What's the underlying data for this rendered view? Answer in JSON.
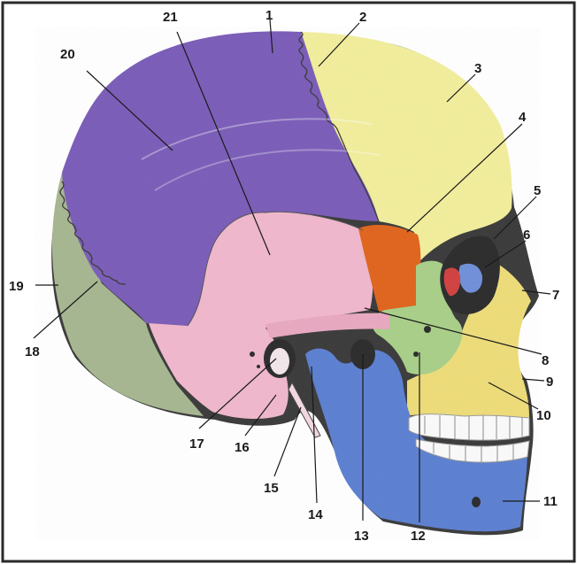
{
  "figure": {
    "subject": "Skull, lateral view",
    "frame_color": "#2a2a2a",
    "bone_colors": {
      "parietal": "#7a5cb8",
      "frontal": "#f2ee9c",
      "temporal": "#f0b7cc",
      "occipital": "#a6b690",
      "sphenoid": "#e0641c",
      "zygomatic": "#a8cf88",
      "maxilla": "#eedc78",
      "mandible": "#5b7fd1",
      "teeth": "#fafafa"
    },
    "labels": [
      {
        "id": "1",
        "text": "1"
      },
      {
        "id": "2",
        "text": "2"
      },
      {
        "id": "3",
        "text": "3"
      },
      {
        "id": "4",
        "text": "4"
      },
      {
        "id": "5",
        "text": "5"
      },
      {
        "id": "6",
        "text": "6"
      },
      {
        "id": "7",
        "text": "7"
      },
      {
        "id": "8",
        "text": "8"
      },
      {
        "id": "9",
        "text": "9"
      },
      {
        "id": "10",
        "text": "10"
      },
      {
        "id": "11",
        "text": "11"
      },
      {
        "id": "12",
        "text": "12"
      },
      {
        "id": "13",
        "text": "13"
      },
      {
        "id": "14",
        "text": "14"
      },
      {
        "id": "15",
        "text": "15"
      },
      {
        "id": "16",
        "text": "16"
      },
      {
        "id": "17",
        "text": "17"
      },
      {
        "id": "18",
        "text": "18"
      },
      {
        "id": "19",
        "text": "19"
      },
      {
        "id": "20",
        "text": "20"
      },
      {
        "id": "21",
        "text": "21"
      }
    ]
  }
}
